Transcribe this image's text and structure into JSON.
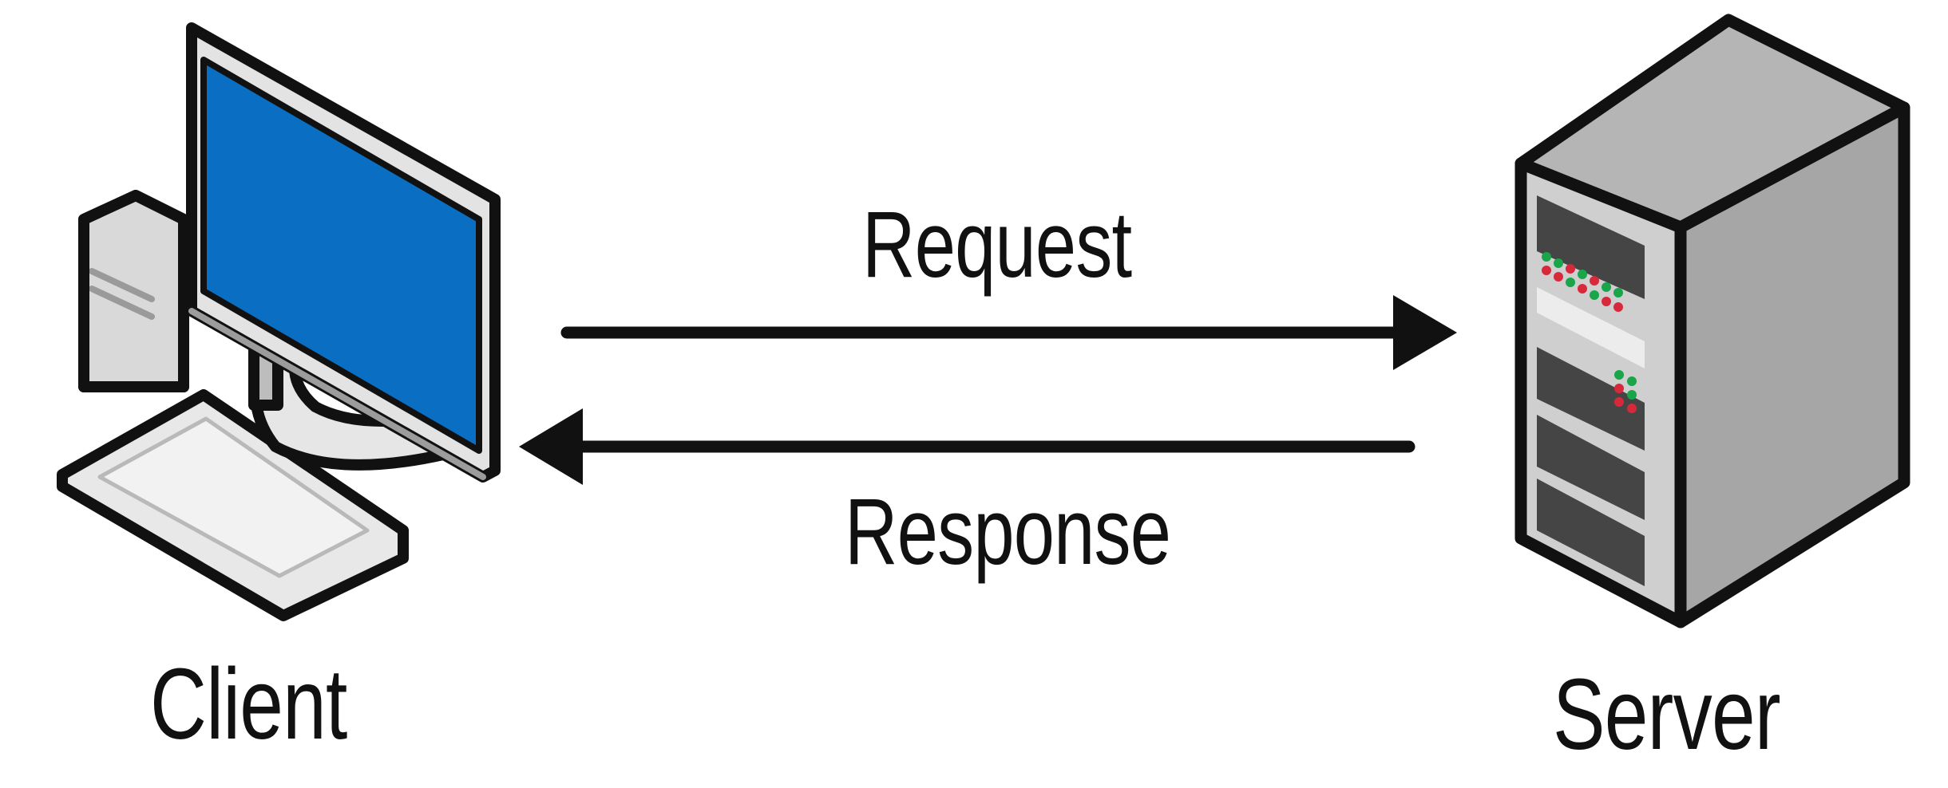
{
  "labels": {
    "request": "Request",
    "response": "Response",
    "client": "Client",
    "server": "Server"
  },
  "colors": {
    "background": "#ffffff",
    "outline": "#111111",
    "screen": "#0a6fc2",
    "monitor_frame": "#e3e3e3",
    "tower_body": "#d9d9d9",
    "server_front": "#cfcfcf",
    "server_side": "#a6a6a6",
    "server_top": "#b5b5b5",
    "drive_bay": "#454545",
    "led_green": "#19a54a",
    "led_red": "#d8283b"
  },
  "icons": {
    "client": "desktop-computer-icon",
    "server": "server-tower-icon"
  }
}
